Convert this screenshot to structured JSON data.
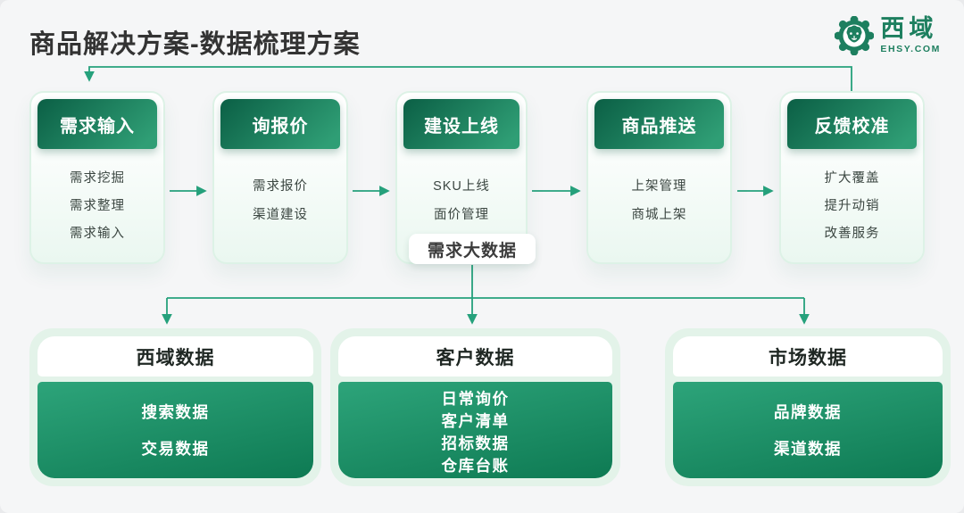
{
  "page": {
    "title": "商品解决方案-数据梳理方案"
  },
  "logo": {
    "brand": "西域",
    "domain": "EHSY.COM"
  },
  "flow_cards": [
    {
      "title": "需求输入",
      "items": [
        "需求挖掘",
        "需求整理",
        "需求输入"
      ]
    },
    {
      "title": "询报价",
      "items": [
        "需求报价",
        "渠道建设"
      ]
    },
    {
      "title": "建设上线",
      "items": [
        "SKU上线",
        "面价管理"
      ],
      "badge": "需求大数据"
    },
    {
      "title": "商品推送",
      "items": [
        "上架管理",
        "商城上架"
      ]
    },
    {
      "title": "反馈校准",
      "items": [
        "扩大覆盖",
        "提升动销",
        "改善服务"
      ]
    }
  ],
  "data_cards": [
    {
      "title": "西域数据",
      "items": [
        "搜索数据",
        "交易数据"
      ]
    },
    {
      "title": "客户数据",
      "items": [
        "日常询价",
        "客户清单",
        "招标数据",
        "仓库台账"
      ]
    },
    {
      "title": "市场数据",
      "items": [
        "品牌数据",
        "渠道数据"
      ]
    }
  ],
  "colors": {
    "brand-green": "#1d7f5f",
    "line-green": "#26a17c",
    "title-color": "#333333"
  }
}
